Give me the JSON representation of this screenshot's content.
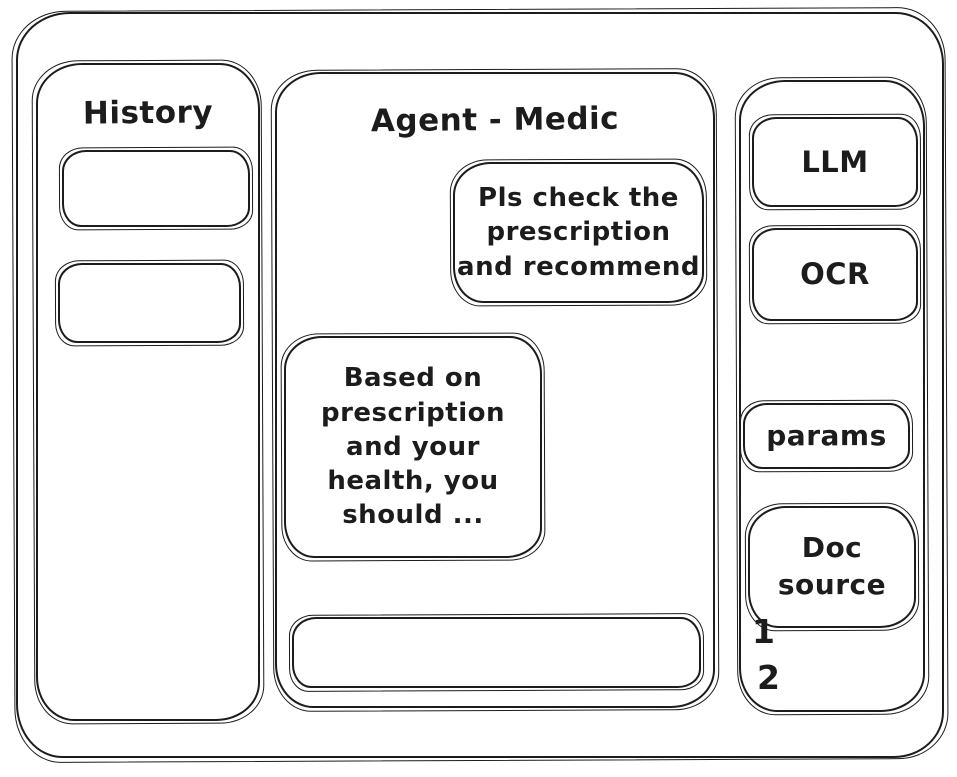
{
  "colors": {
    "stroke": "#1c1c1c",
    "background": "#ffffff"
  },
  "sidebar": {
    "title": "History",
    "items": [
      {
        "label": ""
      },
      {
        "label": ""
      }
    ]
  },
  "chat": {
    "title": "Agent - Medic",
    "messages": [
      {
        "role": "user",
        "text": "Pls check the\nprescription\nand recommend"
      },
      {
        "role": "assistant",
        "text": "Based on\nprescription\nand your\nhealth, you\nshould ..."
      }
    ],
    "input": {
      "value": "",
      "placeholder": ""
    }
  },
  "tools": {
    "llm_label": "LLM",
    "ocr_label": "OCR",
    "params_label": "params",
    "doc_source_label": "Doc\nsource",
    "doc_source_items": [
      "1",
      "2"
    ]
  }
}
